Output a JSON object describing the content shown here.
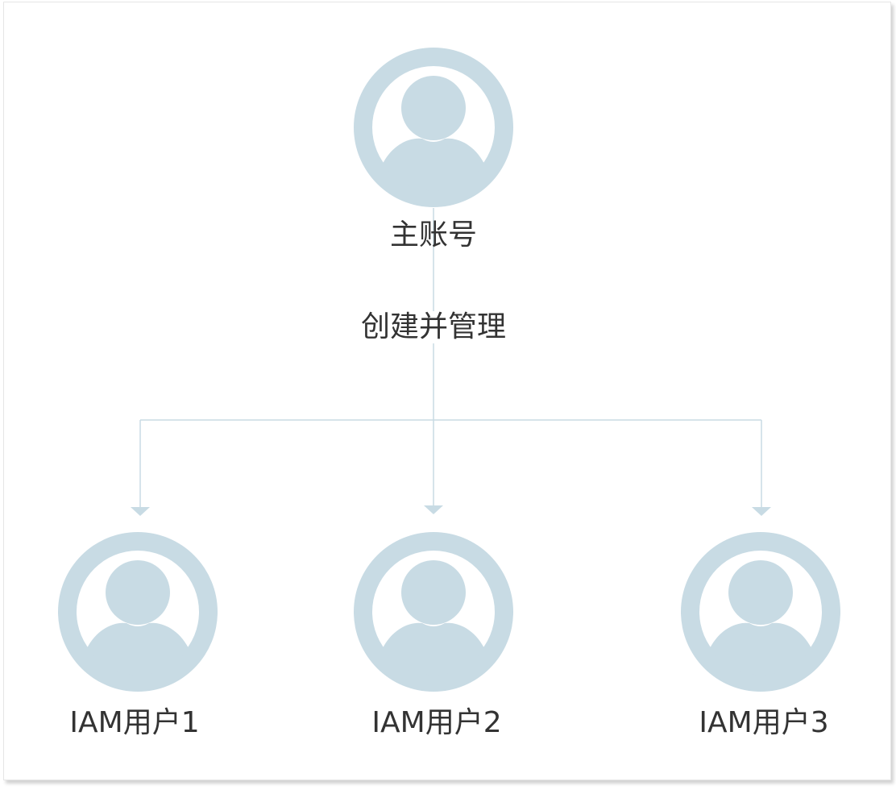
{
  "diagram": {
    "root": {
      "label": "主账号",
      "icon": "user-avatar-icon"
    },
    "relation": {
      "label": "创建并管理"
    },
    "children": [
      {
        "label": "IAM用户1",
        "icon": "user-avatar-icon"
      },
      {
        "label": "IAM用户2",
        "icon": "user-avatar-icon"
      },
      {
        "label": "IAM用户3",
        "icon": "user-avatar-icon"
      }
    ],
    "colors": {
      "avatar": "#c8dbe4",
      "connector": "#c8dbe4",
      "text": "#333333",
      "background": "#ffffff"
    }
  }
}
